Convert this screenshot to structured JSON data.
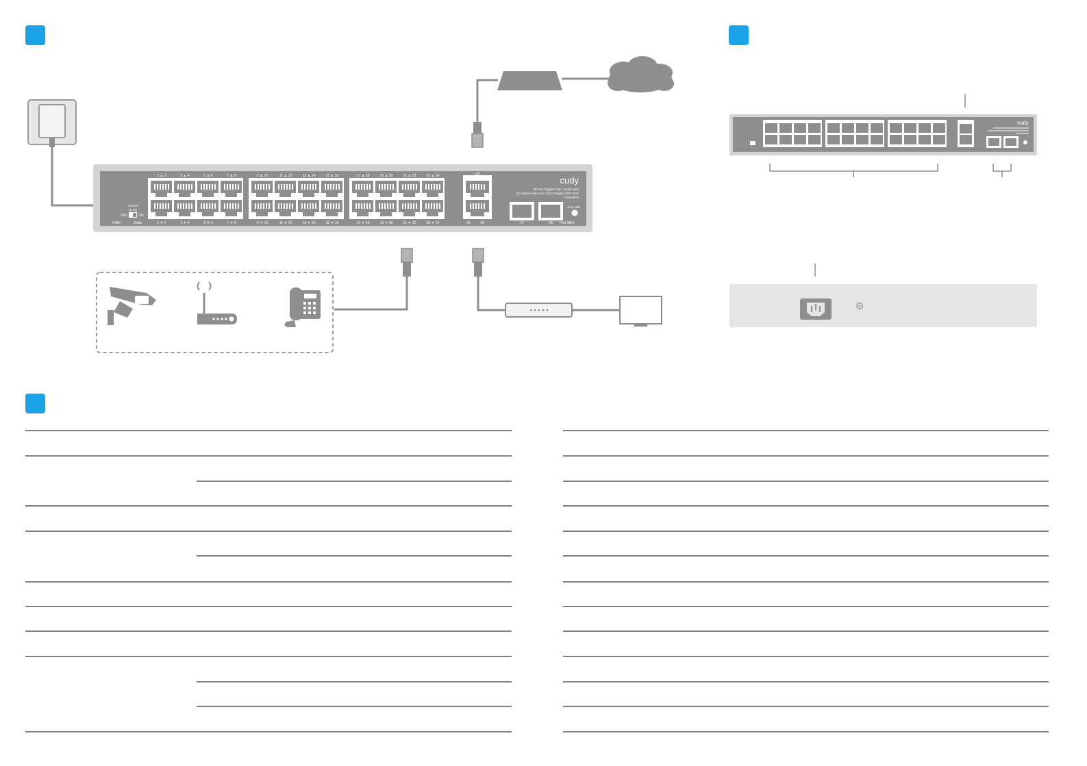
{
  "colors": {
    "accent": "#1aa3e8",
    "device": "#8e8e8e",
    "device_light": "#d3d3d3",
    "panel": "#e5e5e5",
    "line": "#000000"
  },
  "front_panel": {
    "brand": "cudy",
    "description_line1": "26-Port Gigabit PoE+ Switch with",
    "description_line2": "24 Gigabit PoE Ports and 2 Gigabit SFP Slots",
    "model": "FS5026PS",
    "extend_label": "Extend",
    "extend_note": "(1-24)",
    "switch_off": "OFF",
    "switch_on": "ON",
    "left_label_1": "PWR",
    "left_label_2": "Mode",
    "poe_led_label": "PoE LED",
    "poe_max_label": "PoE MAX",
    "uplink_label": "UP",
    "port_numbers": [
      "1",
      "2",
      "3",
      "4",
      "5",
      "6",
      "7",
      "8",
      "9",
      "10",
      "11",
      "12",
      "13",
      "14",
      "15",
      "16",
      "17",
      "18",
      "19",
      "20",
      "21",
      "22",
      "23",
      "24"
    ],
    "uplink_numbers": [
      "25",
      "26"
    ],
    "sfp_numbers": [
      "27",
      "28"
    ]
  },
  "rear_panel_brand": "cudy",
  "icons": [
    "power-adapter-icon",
    "internet-cloud-icon",
    "modem-icon",
    "cctv-camera-icon",
    "wireless-router-icon",
    "ip-phone-icon",
    "network-switch-icon",
    "computer-monitor-icon",
    "ac-power-socket-icon",
    "ground-screw-icon"
  ]
}
